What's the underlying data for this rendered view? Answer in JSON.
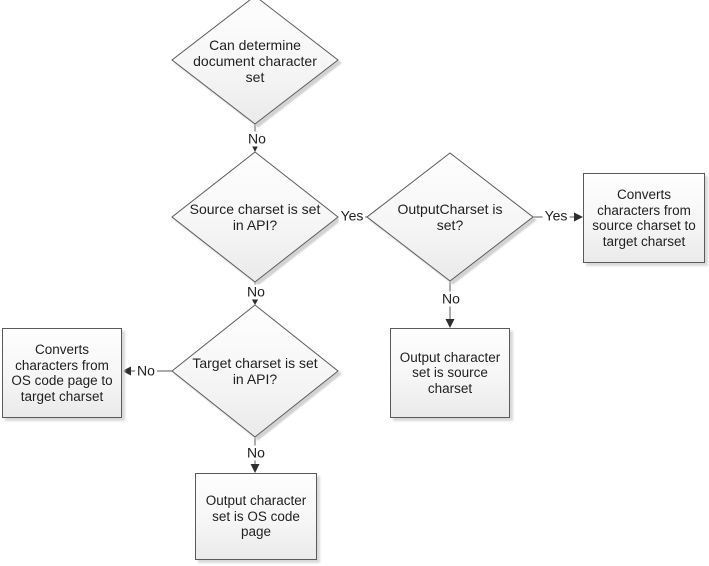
{
  "colors": {
    "background": "#ffffff",
    "node_border": "#5a5a5a",
    "node_fill_top": "#fefefe",
    "node_fill_bottom": "#eaeaea",
    "connector": "#5a5a5a",
    "arrowhead": "#2e2e2e",
    "text": "#1f1f1f",
    "shadow": "#d9d9d9"
  },
  "nodes": {
    "can_determine": {
      "type": "decision",
      "label": "Can determine\ndocument character\nset"
    },
    "source_charset_set": {
      "type": "decision",
      "label": "Source charset is set\nin API?"
    },
    "output_charset_set": {
      "type": "decision",
      "label": "OutputCharset is\nset?"
    },
    "target_charset_set": {
      "type": "decision",
      "label": "Target charset is set\nin API?"
    },
    "converts_source_to_target": {
      "type": "process",
      "label": "Converts\ncharacters from\nsource charset to\ntarget charset"
    },
    "output_is_source_charset": {
      "type": "process",
      "label": "Output character\nset is source\ncharset"
    },
    "converts_os_to_target": {
      "type": "process",
      "label": "Converts\ncharacters from\nOS code page to\ntarget charset"
    },
    "output_is_os_code_page": {
      "type": "process",
      "label": "Output character\nset is OS code\npage"
    }
  },
  "edges": {
    "can_determine_no": "No",
    "source_set_yes": "Yes",
    "output_set_yes": "Yes",
    "output_set_no": "No",
    "source_set_no": "No",
    "target_set_no_left": "No",
    "target_set_no_down": "No"
  }
}
